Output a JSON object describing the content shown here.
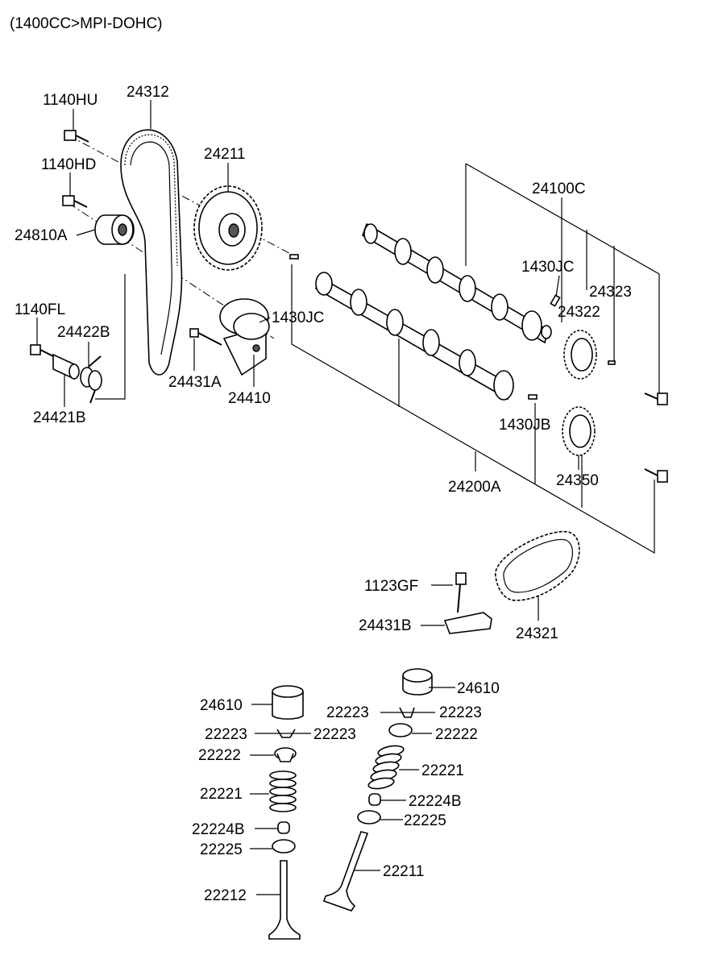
{
  "title": "(1400CC>MPI-DOHC)",
  "labels": {
    "p1140HU": "1140HU",
    "p24312": "24312",
    "p1140HD": "1140HD",
    "p24211": "24211",
    "p24100C": "24100C",
    "p24810A": "24810A",
    "p1430JC_top": "1430JC",
    "p24323": "24323",
    "p24322": "24322",
    "p1140FL": "1140FL",
    "p1430JC_mid": "1430JC",
    "p24422B": "24422B",
    "p24431A": "24431A",
    "p24410": "24410",
    "p24421B": "24421B",
    "p1430JB": "1430JB",
    "p24200A": "24200A",
    "p24350": "24350",
    "p1123GF": "1123GF",
    "p24431B": "24431B",
    "p24321": "24321",
    "p24610_L": "24610",
    "p24610_R": "24610",
    "p22223_L1": "22223",
    "p22223_L2": "22223",
    "p22223_R1": "22223",
    "p22223_R2": "22223",
    "p22222_L": "22222",
    "p22222_R": "22222",
    "p22221_L": "22221",
    "p22221_R": "22221",
    "p22224B_L": "22224B",
    "p22224B_R": "22224B",
    "p22225_L": "22225",
    "p22225_R": "22225",
    "p22212": "22212",
    "p22211": "22211"
  }
}
